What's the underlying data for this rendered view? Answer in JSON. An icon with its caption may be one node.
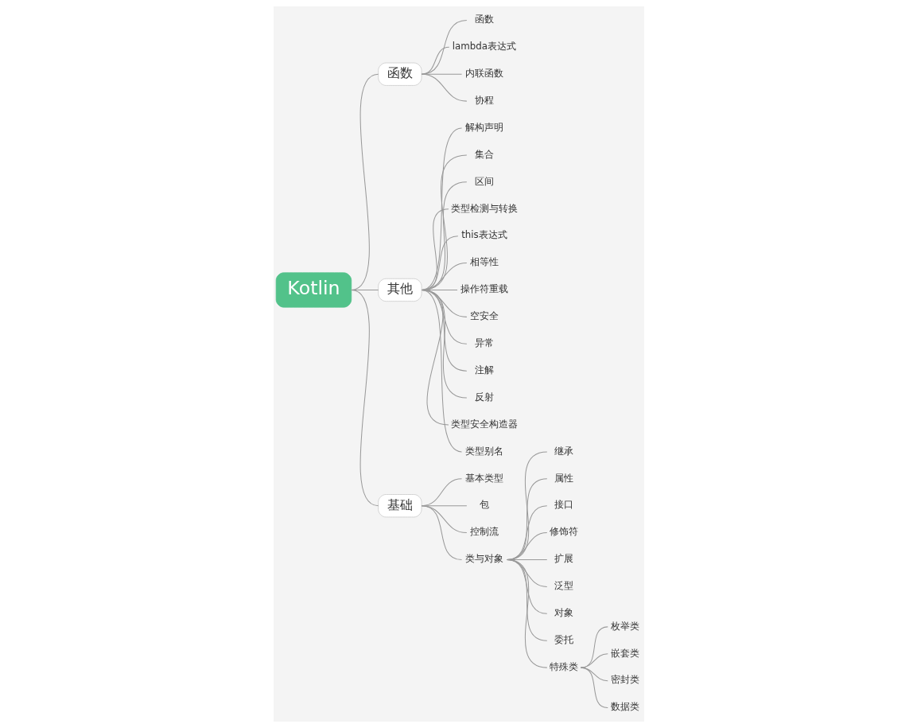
{
  "diagram": {
    "nodes": [
      {
        "text": [
          "Kotlin"
        ]
      },
      {
        "text": [
          "函数"
        ]
      },
      {
        "text": [
          "函数"
        ]
      },
      {
        "text": [
          "lambda表达式"
        ]
      },
      {
        "text": [
          "内联函数"
        ]
      },
      {
        "text": [
          "协程"
        ]
      },
      {
        "text": [
          "其他"
        ]
      },
      {
        "text": [
          "解构声明"
        ]
      },
      {
        "text": [
          "集合"
        ]
      },
      {
        "text": [
          "区间"
        ]
      },
      {
        "text": [
          "类型检测与转换"
        ]
      },
      {
        "text": [
          "this表达式"
        ]
      },
      {
        "text": [
          "相等性"
        ]
      },
      {
        "text": [
          "操作符重载"
        ]
      },
      {
        "text": [
          "空安全"
        ]
      },
      {
        "text": [
          "异常"
        ]
      },
      {
        "text": [
          "注解"
        ]
      },
      {
        "text": [
          "反射"
        ]
      },
      {
        "text": [
          "类型安全构造器"
        ]
      },
      {
        "text": [
          "类型别名"
        ]
      },
      {
        "text": [
          "基础"
        ]
      },
      {
        "text": [
          "基本类型"
        ]
      },
      {
        "text": [
          "包"
        ]
      },
      {
        "text": [
          "控制流"
        ]
      },
      {
        "text": [
          "类与对象"
        ]
      },
      {
        "text": [
          "继承"
        ]
      },
      {
        "text": [
          "属性"
        ]
      },
      {
        "text": [
          "接口"
        ]
      },
      {
        "text": [
          "修饰符"
        ]
      },
      {
        "text": [
          "扩展"
        ]
      },
      {
        "text": [
          "泛型"
        ]
      },
      {
        "text": [
          "对象"
        ]
      },
      {
        "text": [
          "委托"
        ]
      },
      {
        "text": [
          "特殊类"
        ]
      },
      {
        "text": [
          "枚举类"
        ]
      },
      {
        "text": [
          "嵌套类"
        ]
      },
      {
        "text": [
          "密封类"
        ]
      },
      {
        "text": [
          "数据类"
        ]
      }
    ],
    "edges": [
      {
        "from": 0,
        "to": 1,
        "arrow": "none"
      },
      {
        "from": 1,
        "to": 2,
        "arrow": "none"
      },
      {
        "from": 1,
        "to": 3,
        "arrow": "none"
      },
      {
        "from": 1,
        "to": 4,
        "arrow": "none"
      },
      {
        "from": 1,
        "to": 5,
        "arrow": "none"
      },
      {
        "from": 0,
        "to": 6,
        "arrow": "none"
      },
      {
        "from": 6,
        "to": 7,
        "arrow": "none"
      },
      {
        "from": 6,
        "to": 8,
        "arrow": "none"
      },
      {
        "from": 6,
        "to": 9,
        "arrow": "none"
      },
      {
        "from": 6,
        "to": 10,
        "arrow": "none"
      },
      {
        "from": 6,
        "to": 11,
        "arrow": "none"
      },
      {
        "from": 6,
        "to": 12,
        "arrow": "none"
      },
      {
        "from": 6,
        "to": 13,
        "arrow": "none"
      },
      {
        "from": 6,
        "to": 14,
        "arrow": "none"
      },
      {
        "from": 6,
        "to": 15,
        "arrow": "none"
      },
      {
        "from": 6,
        "to": 16,
        "arrow": "none"
      },
      {
        "from": 6,
        "to": 17,
        "arrow": "none"
      },
      {
        "from": 6,
        "to": 18,
        "arrow": "none"
      },
      {
        "from": 6,
        "to": 19,
        "arrow": "none"
      },
      {
        "from": 0,
        "to": 20,
        "arrow": "none"
      },
      {
        "from": 20,
        "to": 21,
        "arrow": "none"
      },
      {
        "from": 20,
        "to": 22,
        "arrow": "none"
      },
      {
        "from": 20,
        "to": 23,
        "arrow": "none"
      },
      {
        "from": 20,
        "to": 24,
        "arrow": "none"
      },
      {
        "from": 24,
        "to": 25,
        "arrow": "none"
      },
      {
        "from": 24,
        "to": 26,
        "arrow": "none"
      },
      {
        "from": 24,
        "to": 27,
        "arrow": "none"
      },
      {
        "from": 24,
        "to": 28,
        "arrow": "none"
      },
      {
        "from": 24,
        "to": 29,
        "arrow": "none"
      },
      {
        "from": 24,
        "to": 30,
        "arrow": "none"
      },
      {
        "from": 24,
        "to": 31,
        "arrow": "none"
      },
      {
        "from": 24,
        "to": 32,
        "arrow": "none"
      },
      {
        "from": 24,
        "to": 33,
        "arrow": "none"
      },
      {
        "from": 33,
        "to": 34,
        "arrow": "none"
      },
      {
        "from": 33,
        "to": 35,
        "arrow": "none"
      },
      {
        "from": 33,
        "to": 36,
        "arrow": "none"
      },
      {
        "from": 33,
        "to": 37,
        "arrow": "none"
      }
    ]
  }
}
